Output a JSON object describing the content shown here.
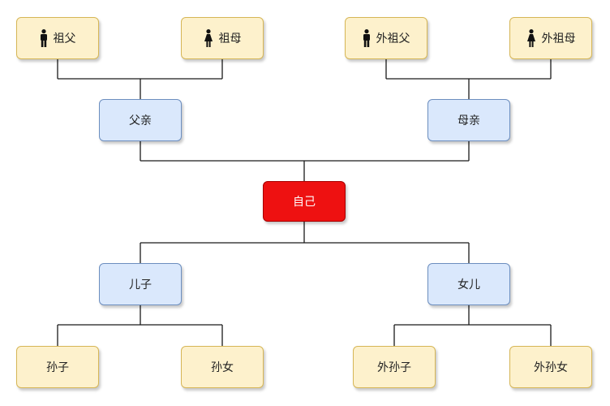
{
  "colors": {
    "elder_fill": "#fdf1cc",
    "elder_stroke": "#d6b656",
    "parent_fill": "#dae8fc",
    "parent_stroke": "#6c8ebf",
    "self_fill": "#ee1111",
    "self_stroke": "#a80000",
    "connector": "#1a1a1a"
  },
  "grandparents": {
    "paternal_grandfather": {
      "label": "祖父",
      "icon": "male-person-icon"
    },
    "paternal_grandmother": {
      "label": "祖母",
      "icon": "female-person-icon"
    },
    "maternal_grandfather": {
      "label": "外祖父",
      "icon": "male-person-icon"
    },
    "maternal_grandmother": {
      "label": "外祖母",
      "icon": "female-person-icon"
    }
  },
  "parents": {
    "father": {
      "label": "父亲"
    },
    "mother": {
      "label": "母亲"
    }
  },
  "self": {
    "label": "自己"
  },
  "children": {
    "son": {
      "label": "儿子"
    },
    "daughter": {
      "label": "女儿"
    }
  },
  "grandchildren": {
    "grandson": {
      "label": "孙子"
    },
    "granddaughter": {
      "label": "孙女"
    },
    "maternal_grandson": {
      "label": "外孙子"
    },
    "maternal_granddaughter": {
      "label": "外孙女"
    }
  }
}
